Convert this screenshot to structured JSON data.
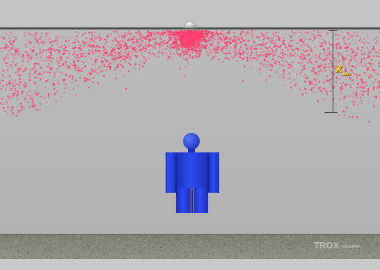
{
  "diagram": {
    "labels": [
      "X",
      "max",
      "TROX",
      "TECHNIK"
    ]
  }
}
